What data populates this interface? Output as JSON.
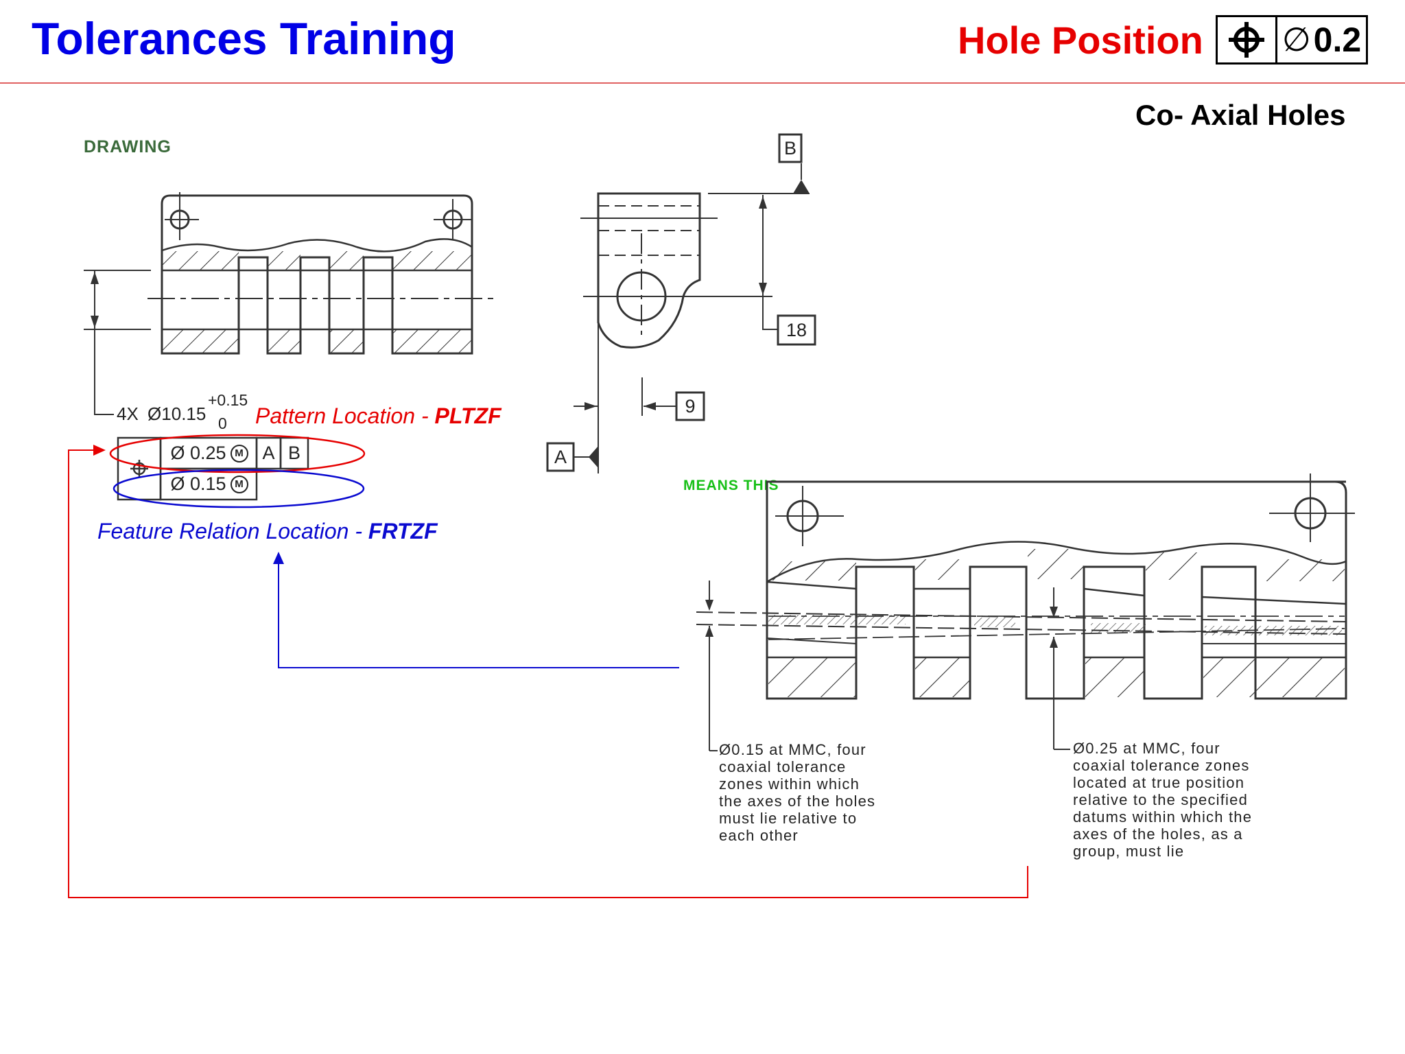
{
  "header": {
    "title": "Tolerances Training",
    "section": "Hole Position",
    "control_frame": {
      "symbol": "position-icon",
      "diameter_symbol": "∅",
      "value": "0.2"
    },
    "subtitle": "Co- Axial Holes"
  },
  "drawing": {
    "label": "DRAWING",
    "hole_callout": {
      "count": "4X",
      "diameter": "Ø10.15",
      "upper_tol": "+0.15",
      "lower_tol": "0"
    },
    "fcf": {
      "symbol": "position-icon",
      "upper": {
        "tolerance": "Ø 0.25",
        "modifier": "M",
        "datums": [
          "A",
          "B"
        ]
      },
      "lower": {
        "tolerance": "Ø 0.15",
        "modifier": "M"
      }
    },
    "datum_b": "B",
    "datum_a": "A",
    "dim_height": "18",
    "dim_offset": "9"
  },
  "annotations": {
    "pattern_prefix": "Pattern Location - ",
    "pattern_code": "PLTZF",
    "feature_prefix": "Feature Relation Location - ",
    "feature_code": "FRTZF",
    "colors": {
      "pattern": "#e60000",
      "feature": "#0a0ad0"
    }
  },
  "means_this": {
    "label": "MEANS THIS",
    "note_left": "Ø0.15 at MMC, four\ncoaxial tolerance\nzones within which\nthe axes of the holes\nmust lie relative to\neach other",
    "note_right": "Ø0.25 at MMC, four\ncoaxial tolerance zones\nlocated at true position\nrelative to the specified\ndatums within which the\naxes of the holes, as a\ngroup, must lie"
  }
}
